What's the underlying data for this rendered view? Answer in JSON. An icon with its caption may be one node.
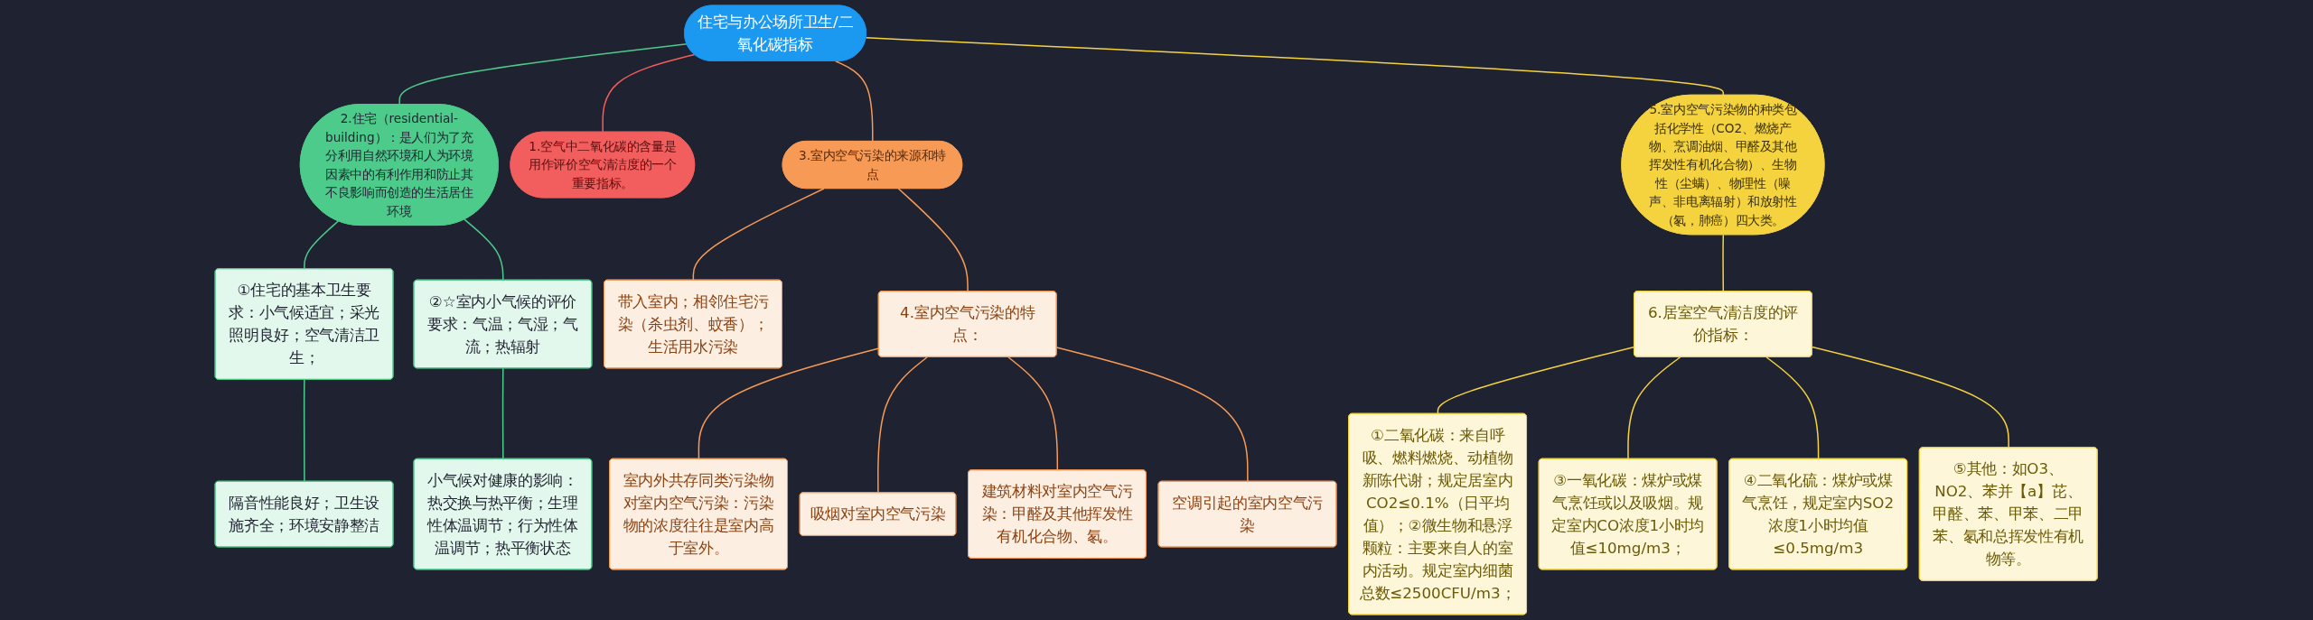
{
  "diagram": {
    "nodes": [
      {
        "text": [
          "住宅与办公场所卫生/二氧化碳指标"
        ]
      },
      {
        "text": [
          "2.住宅（residential-building）：是人们为了充分利用自然环境和人为环境因素中的有利作用和防止其不良影响而创造的生活居住环境"
        ]
      },
      {
        "text": [
          "①住宅的基本卫生要求：小气候适宜；采光照明良好；空气清洁卫生；"
        ]
      },
      {
        "text": [
          "隔音性能良好；卫生设施齐全；环境安静整洁"
        ]
      },
      {
        "text": [
          "②☆室内小气候的评价要求：气温；气湿；气流；热辐射"
        ]
      },
      {
        "text": [
          "小气候对健康的影响：热交换与热平衡；生理性体温调节；行为性体温调节；热平衡状态"
        ]
      },
      {
        "text": [
          "1.空气中二氧化碳的含量是用作评价空气清洁度的一个重要指标。"
        ]
      },
      {
        "text": [
          "3.室内空气污染的来源和特点"
        ]
      },
      {
        "text": [
          "带入室内；相邻住宅污染（杀虫剂、蚊香）；生活用水污染"
        ]
      },
      {
        "text": [
          "4.室内空气污染的特点："
        ]
      },
      {
        "text": [
          "室内外共存同类污染物对室内空气污染：污染物的浓度往往是室内高于室外。"
        ]
      },
      {
        "text": [
          "吸烟对室内空气污染"
        ]
      },
      {
        "text": [
          "建筑材料对室内空气污染：甲醛及其他挥发性有机化合物、氡。"
        ]
      },
      {
        "text": [
          "空调引起的室内空气污染"
        ]
      },
      {
        "text": [
          "5.室内空气污染物的种类包括化学性（CO2、燃烧产物、烹调油烟、甲醛及其他挥发性有机化合物）、生物性（尘螨）、物理性（噪声、非电离辐射）和放射性（氡，肺癌）四大类。"
        ]
      },
      {
        "text": [
          "6.居室空气清洁度的评价指标："
        ]
      },
      {
        "text": [
          "①二氧化碳：来自呼吸、燃料燃烧、动植物新陈代谢；规定居室内CO2≤0.1%（日平均值）；②微生物和悬浮颗粒：主要来自人的室内活动。规定室内细菌总数≤2500CFU/m3；"
        ]
      },
      {
        "text": [
          "③一氧化碳：煤炉或煤气烹饪或以及吸烟。规定室内CO浓度1小时均值≤10mg/m3；"
        ]
      },
      {
        "text": [
          "④二氧化硫：煤炉或煤气烹饪，规定室内SO2浓度1小时均值≤0.5mg/m3"
        ]
      },
      {
        "text": [
          "⑤其他：如O3、NO2、苯并【a】芘、甲醛、苯、甲苯、二甲苯、氡和总挥发性有机物等。"
        ]
      }
    ],
    "edges": [
      {
        "from": 0,
        "to": 1,
        "arrow": "none",
        "color": "#4ccb8a"
      },
      {
        "from": 1,
        "to": 2,
        "arrow": "none",
        "color": "#4ccb8a"
      },
      {
        "from": 2,
        "to": 3,
        "arrow": "none",
        "color": "#4ccb8a"
      },
      {
        "from": 1,
        "to": 4,
        "arrow": "none",
        "color": "#4ccb8a"
      },
      {
        "from": 4,
        "to": 5,
        "arrow": "none",
        "color": "#4ccb8a"
      },
      {
        "from": 0,
        "to": 6,
        "arrow": "none",
        "color": "#f25e5e"
      },
      {
        "from": 0,
        "to": 7,
        "arrow": "none",
        "color": "#f79a56"
      },
      {
        "from": 7,
        "to": 8,
        "arrow": "none",
        "color": "#f79a56"
      },
      {
        "from": 7,
        "to": 9,
        "arrow": "none",
        "color": "#f79a56"
      },
      {
        "from": 9,
        "to": 10,
        "arrow": "none",
        "color": "#f79a56"
      },
      {
        "from": 9,
        "to": 11,
        "arrow": "none",
        "color": "#f79a56"
      },
      {
        "from": 9,
        "to": 12,
        "arrow": "none",
        "color": "#f79a56"
      },
      {
        "from": 9,
        "to": 13,
        "arrow": "none",
        "color": "#f79a56"
      },
      {
        "from": 0,
        "to": 14,
        "arrow": "none",
        "color": "#f5d33f"
      },
      {
        "from": 14,
        "to": 15,
        "arrow": "none",
        "color": "#f5d33f"
      },
      {
        "from": 15,
        "to": 16,
        "arrow": "none",
        "color": "#f5d33f"
      },
      {
        "from": 15,
        "to": 17,
        "arrow": "none",
        "color": "#f5d33f"
      },
      {
        "from": 15,
        "to": 18,
        "arrow": "none",
        "color": "#f5d33f"
      },
      {
        "from": 15,
        "to": 19,
        "arrow": "none",
        "color": "#f5d33f"
      }
    ]
  }
}
